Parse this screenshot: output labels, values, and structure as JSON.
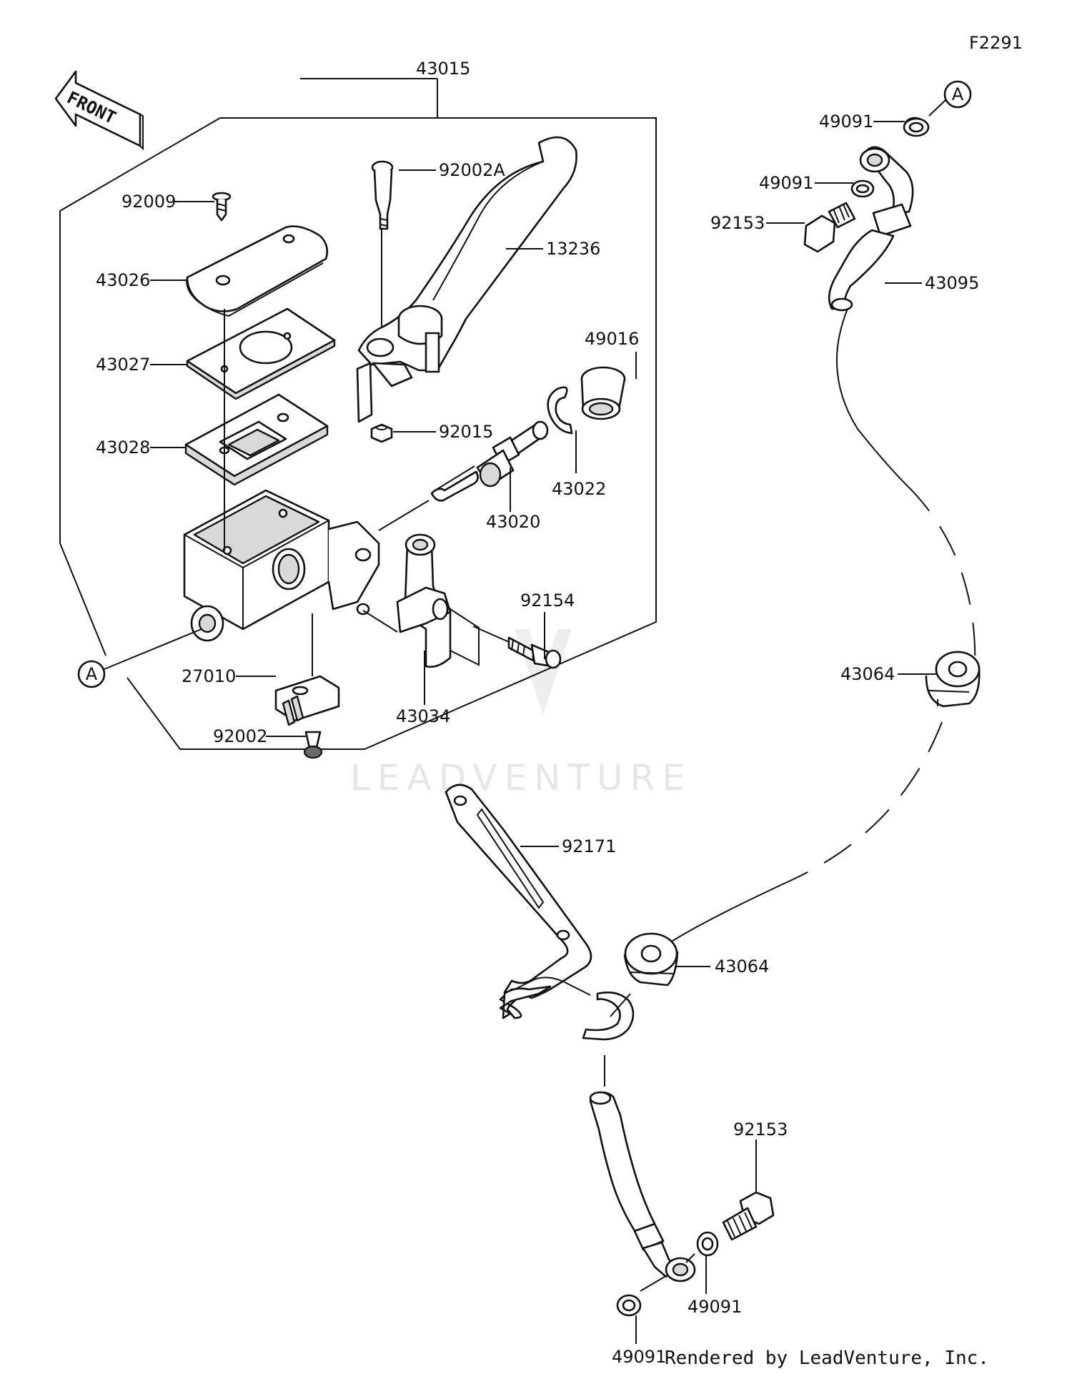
{
  "diagram": {
    "figure_code": "F2291",
    "front_arrow_label": "FRONT",
    "ref_label_a": "A",
    "watermark": "LEADVENTURE",
    "credit": "Rendered by LeadVenture, Inc."
  },
  "parts": {
    "p43015": "43015",
    "p92009": "92009",
    "p92002a": "92002A",
    "p13236": "13236",
    "p43026": "43026",
    "p43027": "43027",
    "p43028": "43028",
    "p92015": "92015",
    "p49016": "49016",
    "p43022": "43022",
    "p43020": "43020",
    "p92154": "92154",
    "p27010": "27010",
    "p43034": "43034",
    "p92002": "92002",
    "p49091_a": "49091",
    "p49091_b": "49091",
    "p92153_top": "92153",
    "p43095": "43095",
    "p43064_upper": "43064",
    "p92171": "92171",
    "p43064_lower": "43064",
    "p92153_bottom": "92153",
    "p49091_c": "49091",
    "p49091_d": "49091"
  },
  "colors": {
    "line": "#111111",
    "shade": "#d9d9d9",
    "watermark": "#e6e6e6"
  }
}
